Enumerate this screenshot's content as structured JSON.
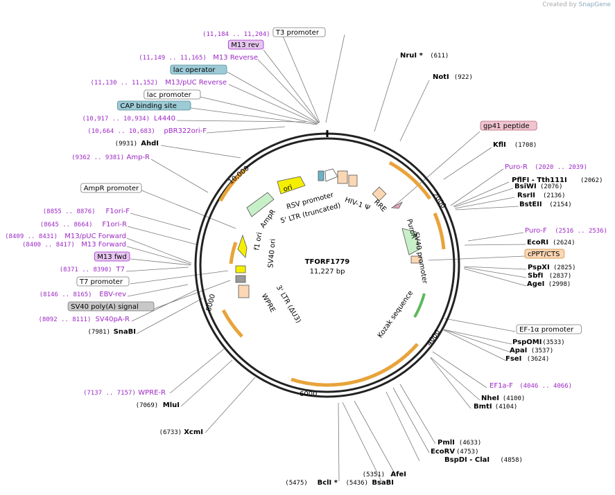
{
  "credit": {
    "text": "Created by",
    "brand": "SnapGene"
  },
  "plasmid": {
    "name": "TFORF1779",
    "size_label": "11,227 bp"
  },
  "ring_ticks": [
    "10,000",
    "2000",
    "4000",
    "6000",
    "8000"
  ],
  "inner_features": [
    "ori",
    "RSV promoter",
    "5' LTR (truncated)",
    "HIV-1 Ψ",
    "RRE",
    "AmpR",
    "f1 ori",
    "SV40 ori",
    "3' LTR (ΔU3)",
    "WPRE",
    "PuroR",
    "SV40 promoter",
    "Kozak sequence"
  ],
  "labels": [
    {
      "pos": "(11,184 .. 11,204)",
      "name": "T3",
      "kind": "primer"
    },
    {
      "name": "T3 promoter",
      "kind": "box"
    },
    {
      "name": "M13 rev",
      "kind": "box-purple"
    },
    {
      "pos": "(11,149 .. 11,165)",
      "name": "M13 Reverse",
      "kind": "primer"
    },
    {
      "name": "lac operator",
      "kind": "box-teal"
    },
    {
      "pos": "(11,130 .. 11,152)",
      "name": "M13/pUC Reverse",
      "kind": "primer"
    },
    {
      "name": "lac promoter",
      "kind": "box"
    },
    {
      "name": "CAP binding site",
      "kind": "box-teal"
    },
    {
      "pos": "(10,917 .. 10,934)",
      "name": "L4440",
      "kind": "primer"
    },
    {
      "pos": "(10,664 .. 10,683)",
      "name": "pBR322ori-F",
      "kind": "primer"
    },
    {
      "pos": "(9931)",
      "name": "AhdI",
      "kind": "site"
    },
    {
      "pos": "(9362 .. 9381)",
      "name": "Amp-R",
      "kind": "primer"
    },
    {
      "name": "AmpR promoter",
      "kind": "box"
    },
    {
      "pos": "(8855 .. 8876)",
      "name": "F1ori-F",
      "kind": "primer"
    },
    {
      "pos": "(8645 .. 8664)",
      "name": "F1ori-R",
      "kind": "primer"
    },
    {
      "pos": "(8409 .. 8431)",
      "name": "M13/pUC Forward",
      "kind": "primer"
    },
    {
      "pos": "(8400 .. 8417)",
      "name": "M13 Forward",
      "kind": "primer"
    },
    {
      "name": "M13 fwd",
      "kind": "box-purple"
    },
    {
      "pos": "(8371 .. 8390)",
      "name": "T7",
      "kind": "primer"
    },
    {
      "name": "T7 promoter",
      "kind": "box"
    },
    {
      "pos": "(8146 .. 8165)",
      "name": "EBV-rev",
      "kind": "primer"
    },
    {
      "name": "SV40 poly(A) signal",
      "kind": "box-gray"
    },
    {
      "pos": "(8092 .. 8111)",
      "name": "SV40pA-R",
      "kind": "primer"
    },
    {
      "pos": "(7981)",
      "name": "SnaBI",
      "kind": "site"
    },
    {
      "pos": "(7137 .. 7157)",
      "name": "WPRE-R",
      "kind": "primer"
    },
    {
      "pos": "(7069)",
      "name": "MluI",
      "kind": "site"
    },
    {
      "pos": "(6733)",
      "name": "XcmI",
      "kind": "site"
    },
    {
      "pos": "(5475)",
      "name": "BclI *",
      "kind": "site"
    },
    {
      "pos": "(5436)",
      "name": "BsaBI",
      "kind": "site"
    },
    {
      "pos": "(5351)",
      "name": "AfeI",
      "kind": "site"
    },
    {
      "pos": "(4858)",
      "name": "BspDI - ClaI",
      "kind": "site"
    },
    {
      "pos": "(4753)",
      "name": "EcoRV",
      "kind": "site"
    },
    {
      "pos": "(4633)",
      "name": "PmlI",
      "kind": "site"
    },
    {
      "pos": "(4104)",
      "name": "BmtI",
      "kind": "site"
    },
    {
      "pos": "(4100)",
      "name": "NheI",
      "kind": "site"
    },
    {
      "pos": "(4046 .. 4066)",
      "name": "EF1a-F",
      "kind": "primer"
    },
    {
      "pos": "(3624)",
      "name": "FseI",
      "kind": "site"
    },
    {
      "pos": "(3537)",
      "name": "ApaI",
      "kind": "site"
    },
    {
      "pos": "(3533)",
      "name": "PspOMI",
      "kind": "site"
    },
    {
      "name": "EF-1α promoter",
      "kind": "box"
    },
    {
      "pos": "(2998)",
      "name": "AgeI",
      "kind": "site"
    },
    {
      "pos": "(2837)",
      "name": "SbfI",
      "kind": "site"
    },
    {
      "pos": "(2825)",
      "name": "PspXI",
      "kind": "site"
    },
    {
      "name": "cPPT/CTS",
      "kind": "box-orange"
    },
    {
      "pos": "(2624)",
      "name": "EcoRI",
      "kind": "site"
    },
    {
      "pos": "(2516 .. 2536)",
      "name": "Puro-F",
      "kind": "primer"
    },
    {
      "pos": "(2154)",
      "name": "BstEII",
      "kind": "site"
    },
    {
      "pos": "(2136)",
      "name": "RsrII",
      "kind": "site"
    },
    {
      "pos": "(2076)",
      "name": "BsiWI",
      "kind": "site"
    },
    {
      "pos": "(2062)",
      "name": "PflFI - Tth111I",
      "kind": "site"
    },
    {
      "pos": "(2020 .. 2039)",
      "name": "Puro-R",
      "kind": "primer"
    },
    {
      "pos": "(1708)",
      "name": "KflI",
      "kind": "site"
    },
    {
      "name": "gp41 peptide",
      "kind": "box-pink"
    },
    {
      "pos": "(922)",
      "name": "NotI",
      "kind": "site"
    },
    {
      "pos": "(611)",
      "name": "NruI *",
      "kind": "site"
    }
  ],
  "colors": {
    "primer": "#9c27c4",
    "backbone": "#222222",
    "orange_feature": "#e8a33a",
    "green_feature": "#5cb85c",
    "yellow_feature": "#f4ef00",
    "light_green": "#c8f0c8",
    "peach": "#fbd7b4"
  }
}
